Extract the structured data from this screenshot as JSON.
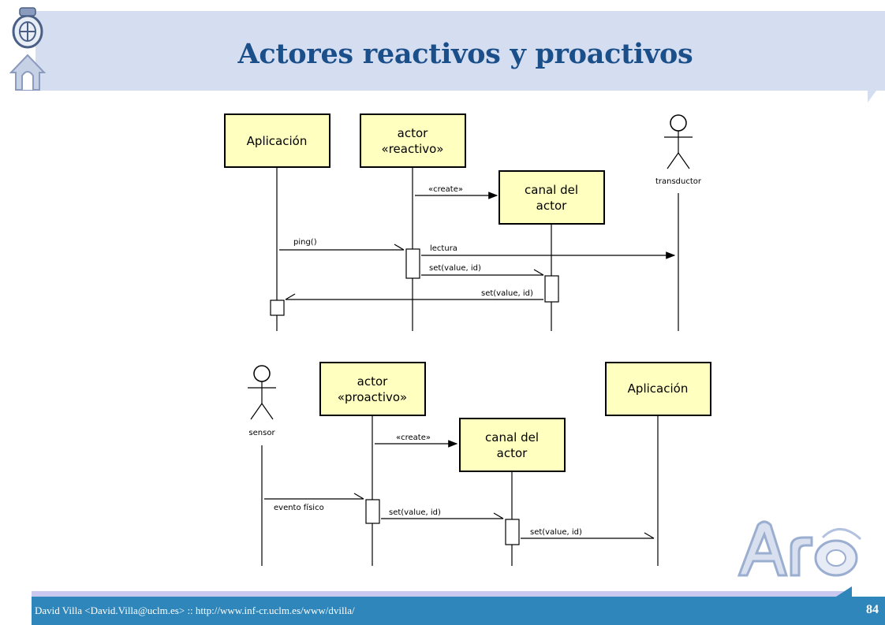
{
  "title": "Actores reactivos y proactivos",
  "footer": {
    "author": "David Villa <David.Villa@uclm.es> :: http://www.inf-cr.uclm.es/www/dvilla/",
    "page": "84"
  },
  "top_diagram": {
    "app": "Aplicación",
    "actor_line1": "actor",
    "actor_line2": "«reactivo»",
    "channel_line1": "canal del",
    "channel_line2": "actor",
    "transducer": "transductor",
    "msg_create": "«create»",
    "msg_ping": "ping()",
    "msg_read": "lectura",
    "msg_set1": "set(value, id)",
    "msg_set2": "set(value, id)"
  },
  "bottom_diagram": {
    "sensor": "sensor",
    "actor_line1": "actor",
    "actor_line2": "«proactivo»",
    "channel_line1": "canal del",
    "channel_line2": "actor",
    "app": "Aplicación",
    "msg_create": "«create»",
    "msg_event": "evento físico",
    "msg_set1": "set(value, id)",
    "msg_set2": "set(value, id)"
  },
  "colors": {
    "box_fill": "#ffffc0",
    "header": "#d5ddf1",
    "footer": "#2f86ba",
    "title": "#1b4f8a"
  },
  "icons": [
    "university-crest-icon",
    "arco-logo-icon",
    "stick-figure-icon"
  ]
}
